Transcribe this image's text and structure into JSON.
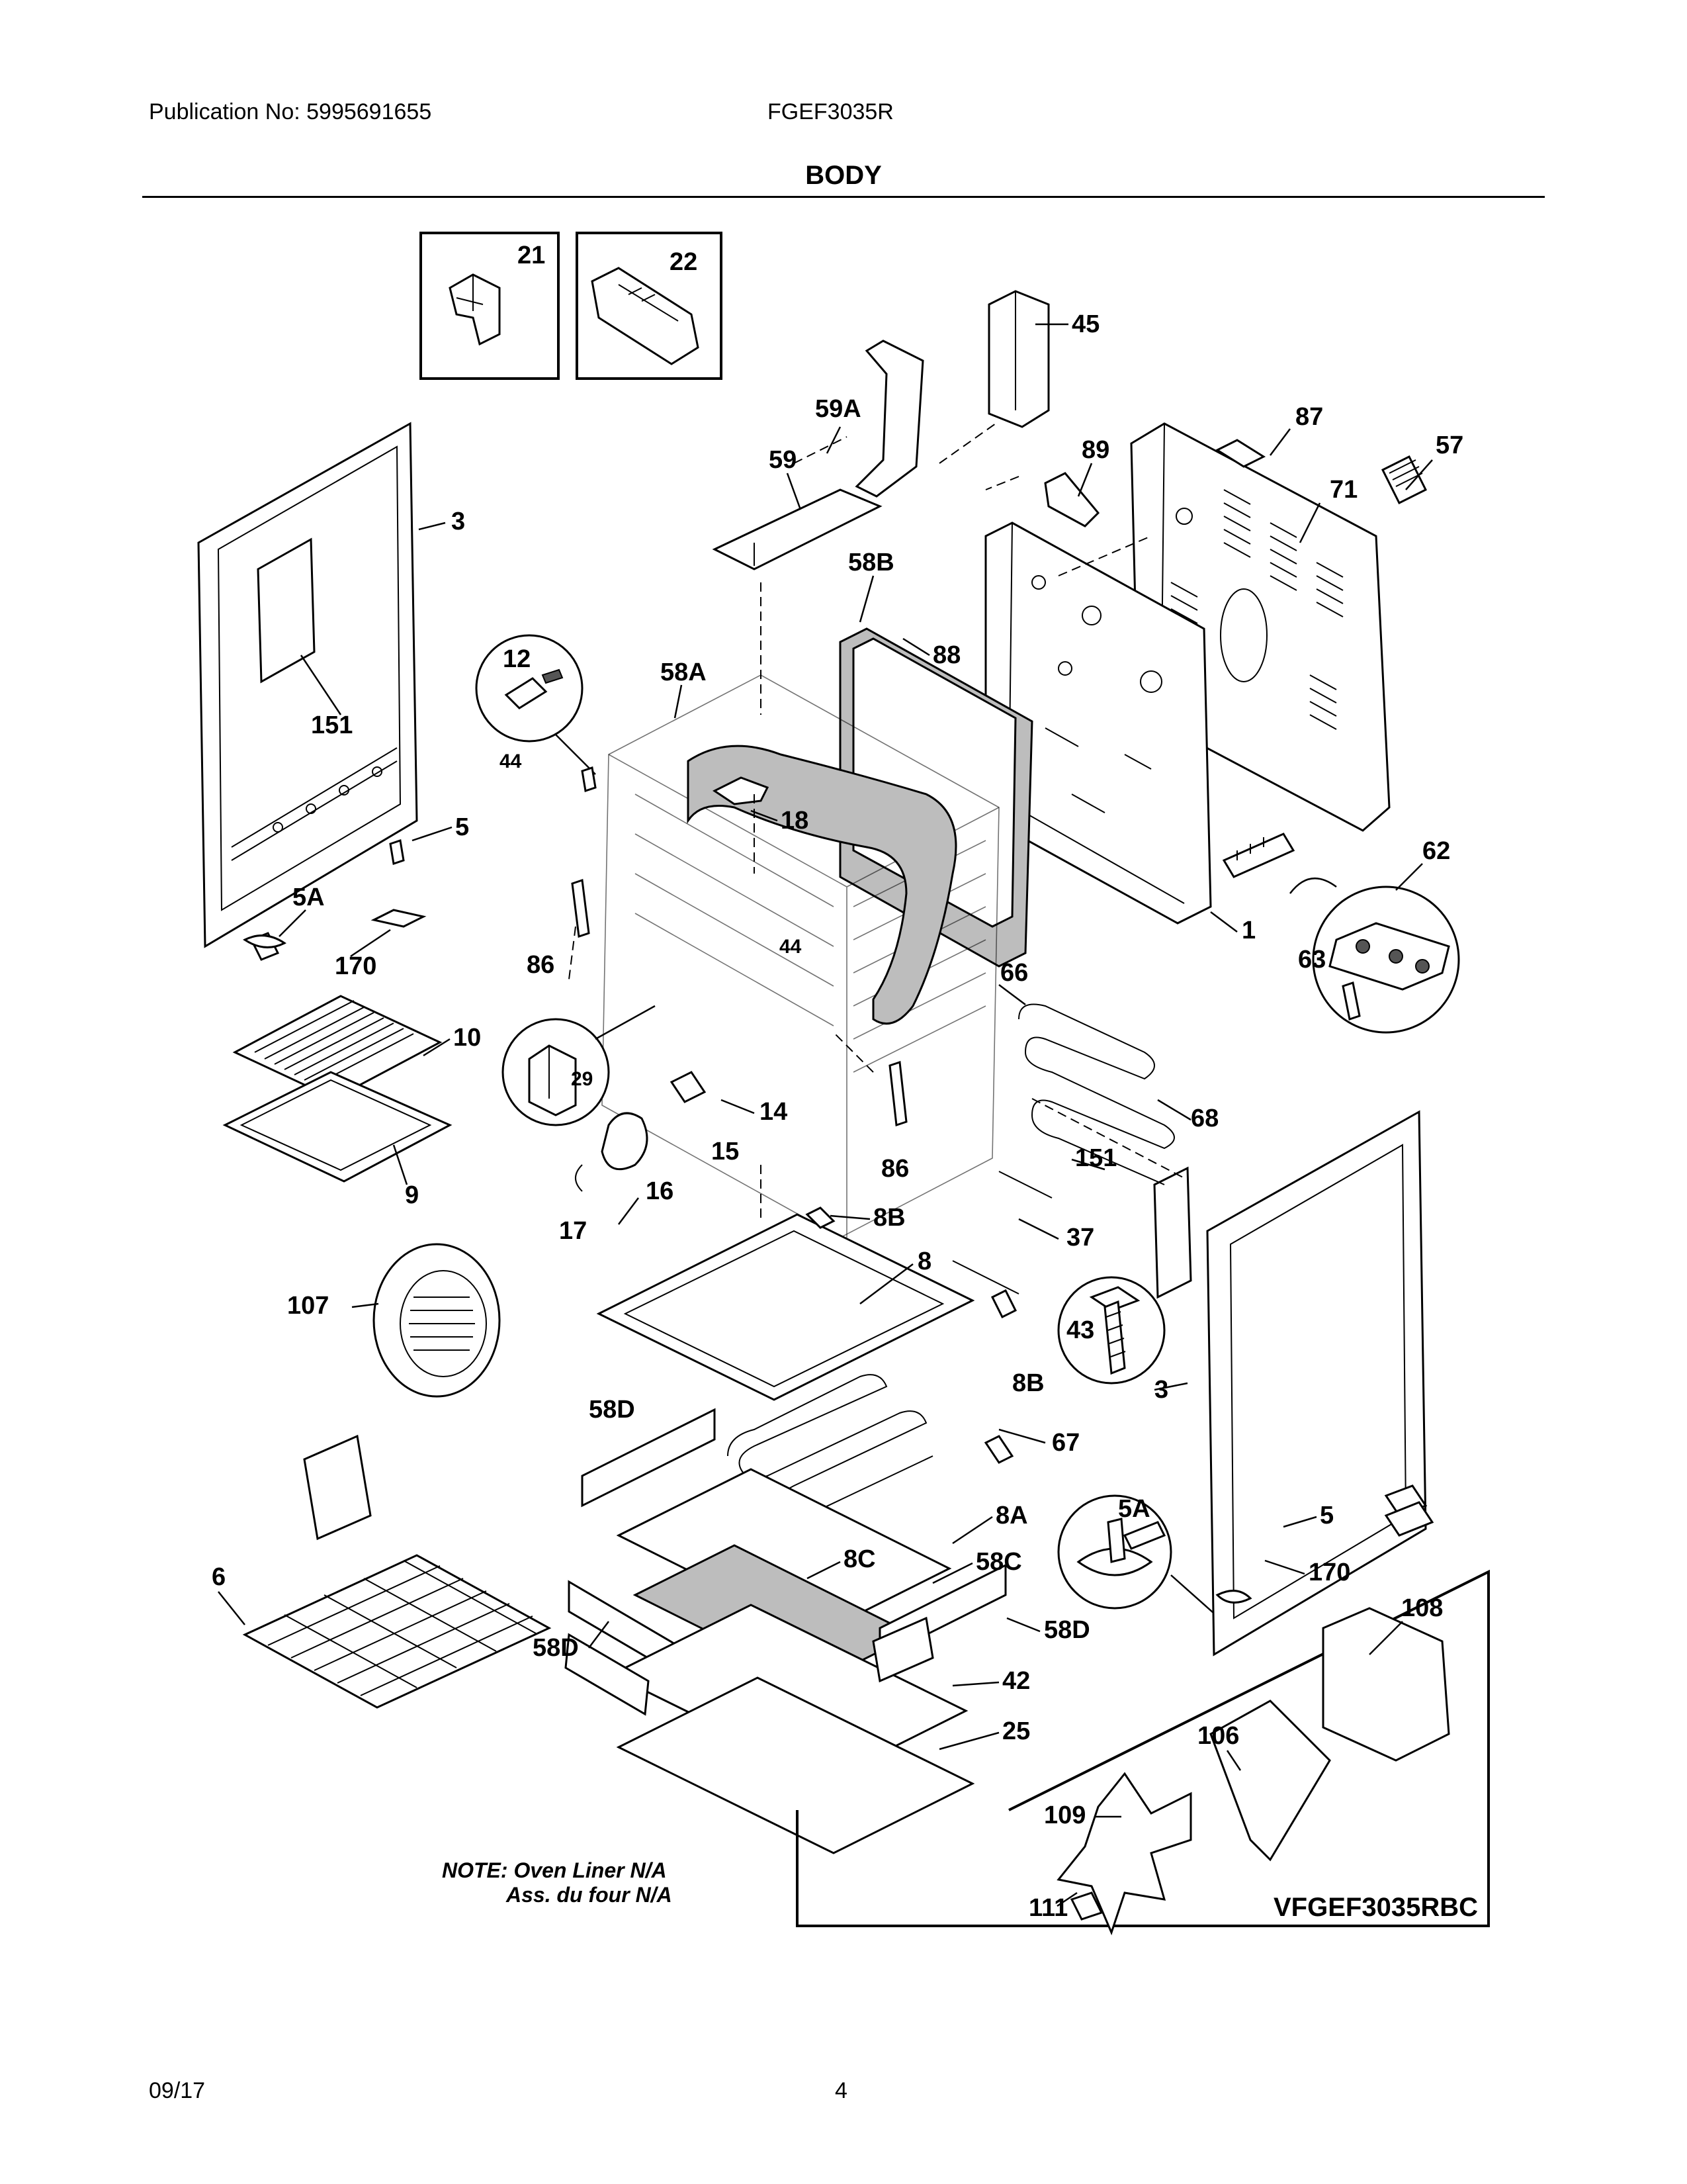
{
  "header": {
    "publication": "Publication No: 5995691655",
    "model": "FGEF3035R"
  },
  "section_title": "BODY",
  "parts": [
    {
      "ref": "21"
    },
    {
      "ref": "22"
    },
    {
      "ref": "45"
    },
    {
      "ref": "59A"
    },
    {
      "ref": "87"
    },
    {
      "ref": "57"
    },
    {
      "ref": "59"
    },
    {
      "ref": "89"
    },
    {
      "ref": "71"
    },
    {
      "ref": "3"
    },
    {
      "ref": "58B"
    },
    {
      "ref": "12"
    },
    {
      "ref": "58A"
    },
    {
      "ref": "88"
    },
    {
      "ref": "151"
    },
    {
      "ref": "44"
    },
    {
      "ref": "18"
    },
    {
      "ref": "5"
    },
    {
      "ref": "62"
    },
    {
      "ref": "1"
    },
    {
      "ref": "5A"
    },
    {
      "ref": "63"
    },
    {
      "ref": "86"
    },
    {
      "ref": "170"
    },
    {
      "ref": "44"
    },
    {
      "ref": "66"
    },
    {
      "ref": "10"
    },
    {
      "ref": "29"
    },
    {
      "ref": "14"
    },
    {
      "ref": "15"
    },
    {
      "ref": "68"
    },
    {
      "ref": "9"
    },
    {
      "ref": "16"
    },
    {
      "ref": "86"
    },
    {
      "ref": "151"
    },
    {
      "ref": "17"
    },
    {
      "ref": "8B"
    },
    {
      "ref": "37"
    },
    {
      "ref": "8"
    },
    {
      "ref": "107"
    },
    {
      "ref": "43"
    },
    {
      "ref": "3"
    },
    {
      "ref": "8B"
    },
    {
      "ref": "58D"
    },
    {
      "ref": "67"
    },
    {
      "ref": "5A"
    },
    {
      "ref": "8A"
    },
    {
      "ref": "5"
    },
    {
      "ref": "6"
    },
    {
      "ref": "8C"
    },
    {
      "ref": "58C"
    },
    {
      "ref": "170"
    },
    {
      "ref": "58D"
    },
    {
      "ref": "108"
    },
    {
      "ref": "58D"
    },
    {
      "ref": "42"
    },
    {
      "ref": "25"
    },
    {
      "ref": "106"
    },
    {
      "ref": "109"
    },
    {
      "ref": "111"
    }
  ],
  "note": {
    "line1": "NOTE: Oven Liner N/A",
    "line2": "Ass. du four N/A"
  },
  "convection_kit_label": "VFGEF3035RBC",
  "footer": {
    "date": "09/17",
    "page": "4"
  }
}
